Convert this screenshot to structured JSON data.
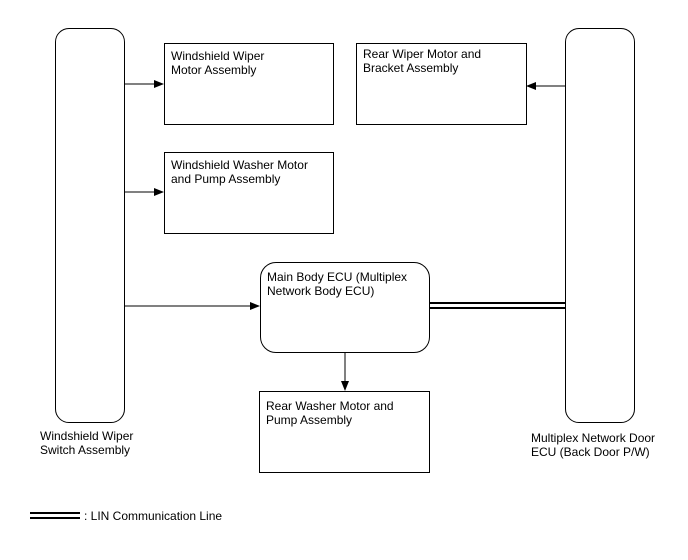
{
  "nodes": {
    "wiper_switch": "Windshield Wiper\nSwitch Assembly",
    "door_ecu": "Multiplex Network Door\nECU (Back Door P/W)",
    "ws_wiper_motor": "Windshield Wiper\nMotor Assembly",
    "ws_washer_motor": "Windshield Washer Motor\nand Pump Assembly",
    "rear_wiper_motor": "Rear Wiper Motor and\nBracket Assembly",
    "main_body_ecu": "Main Body ECU (Multiplex\nNetwork Body ECU)",
    "rear_washer_motor": "Rear Washer Motor and\nPump Assembly"
  },
  "legend": {
    "lin_label": ": LIN Communication Line"
  }
}
